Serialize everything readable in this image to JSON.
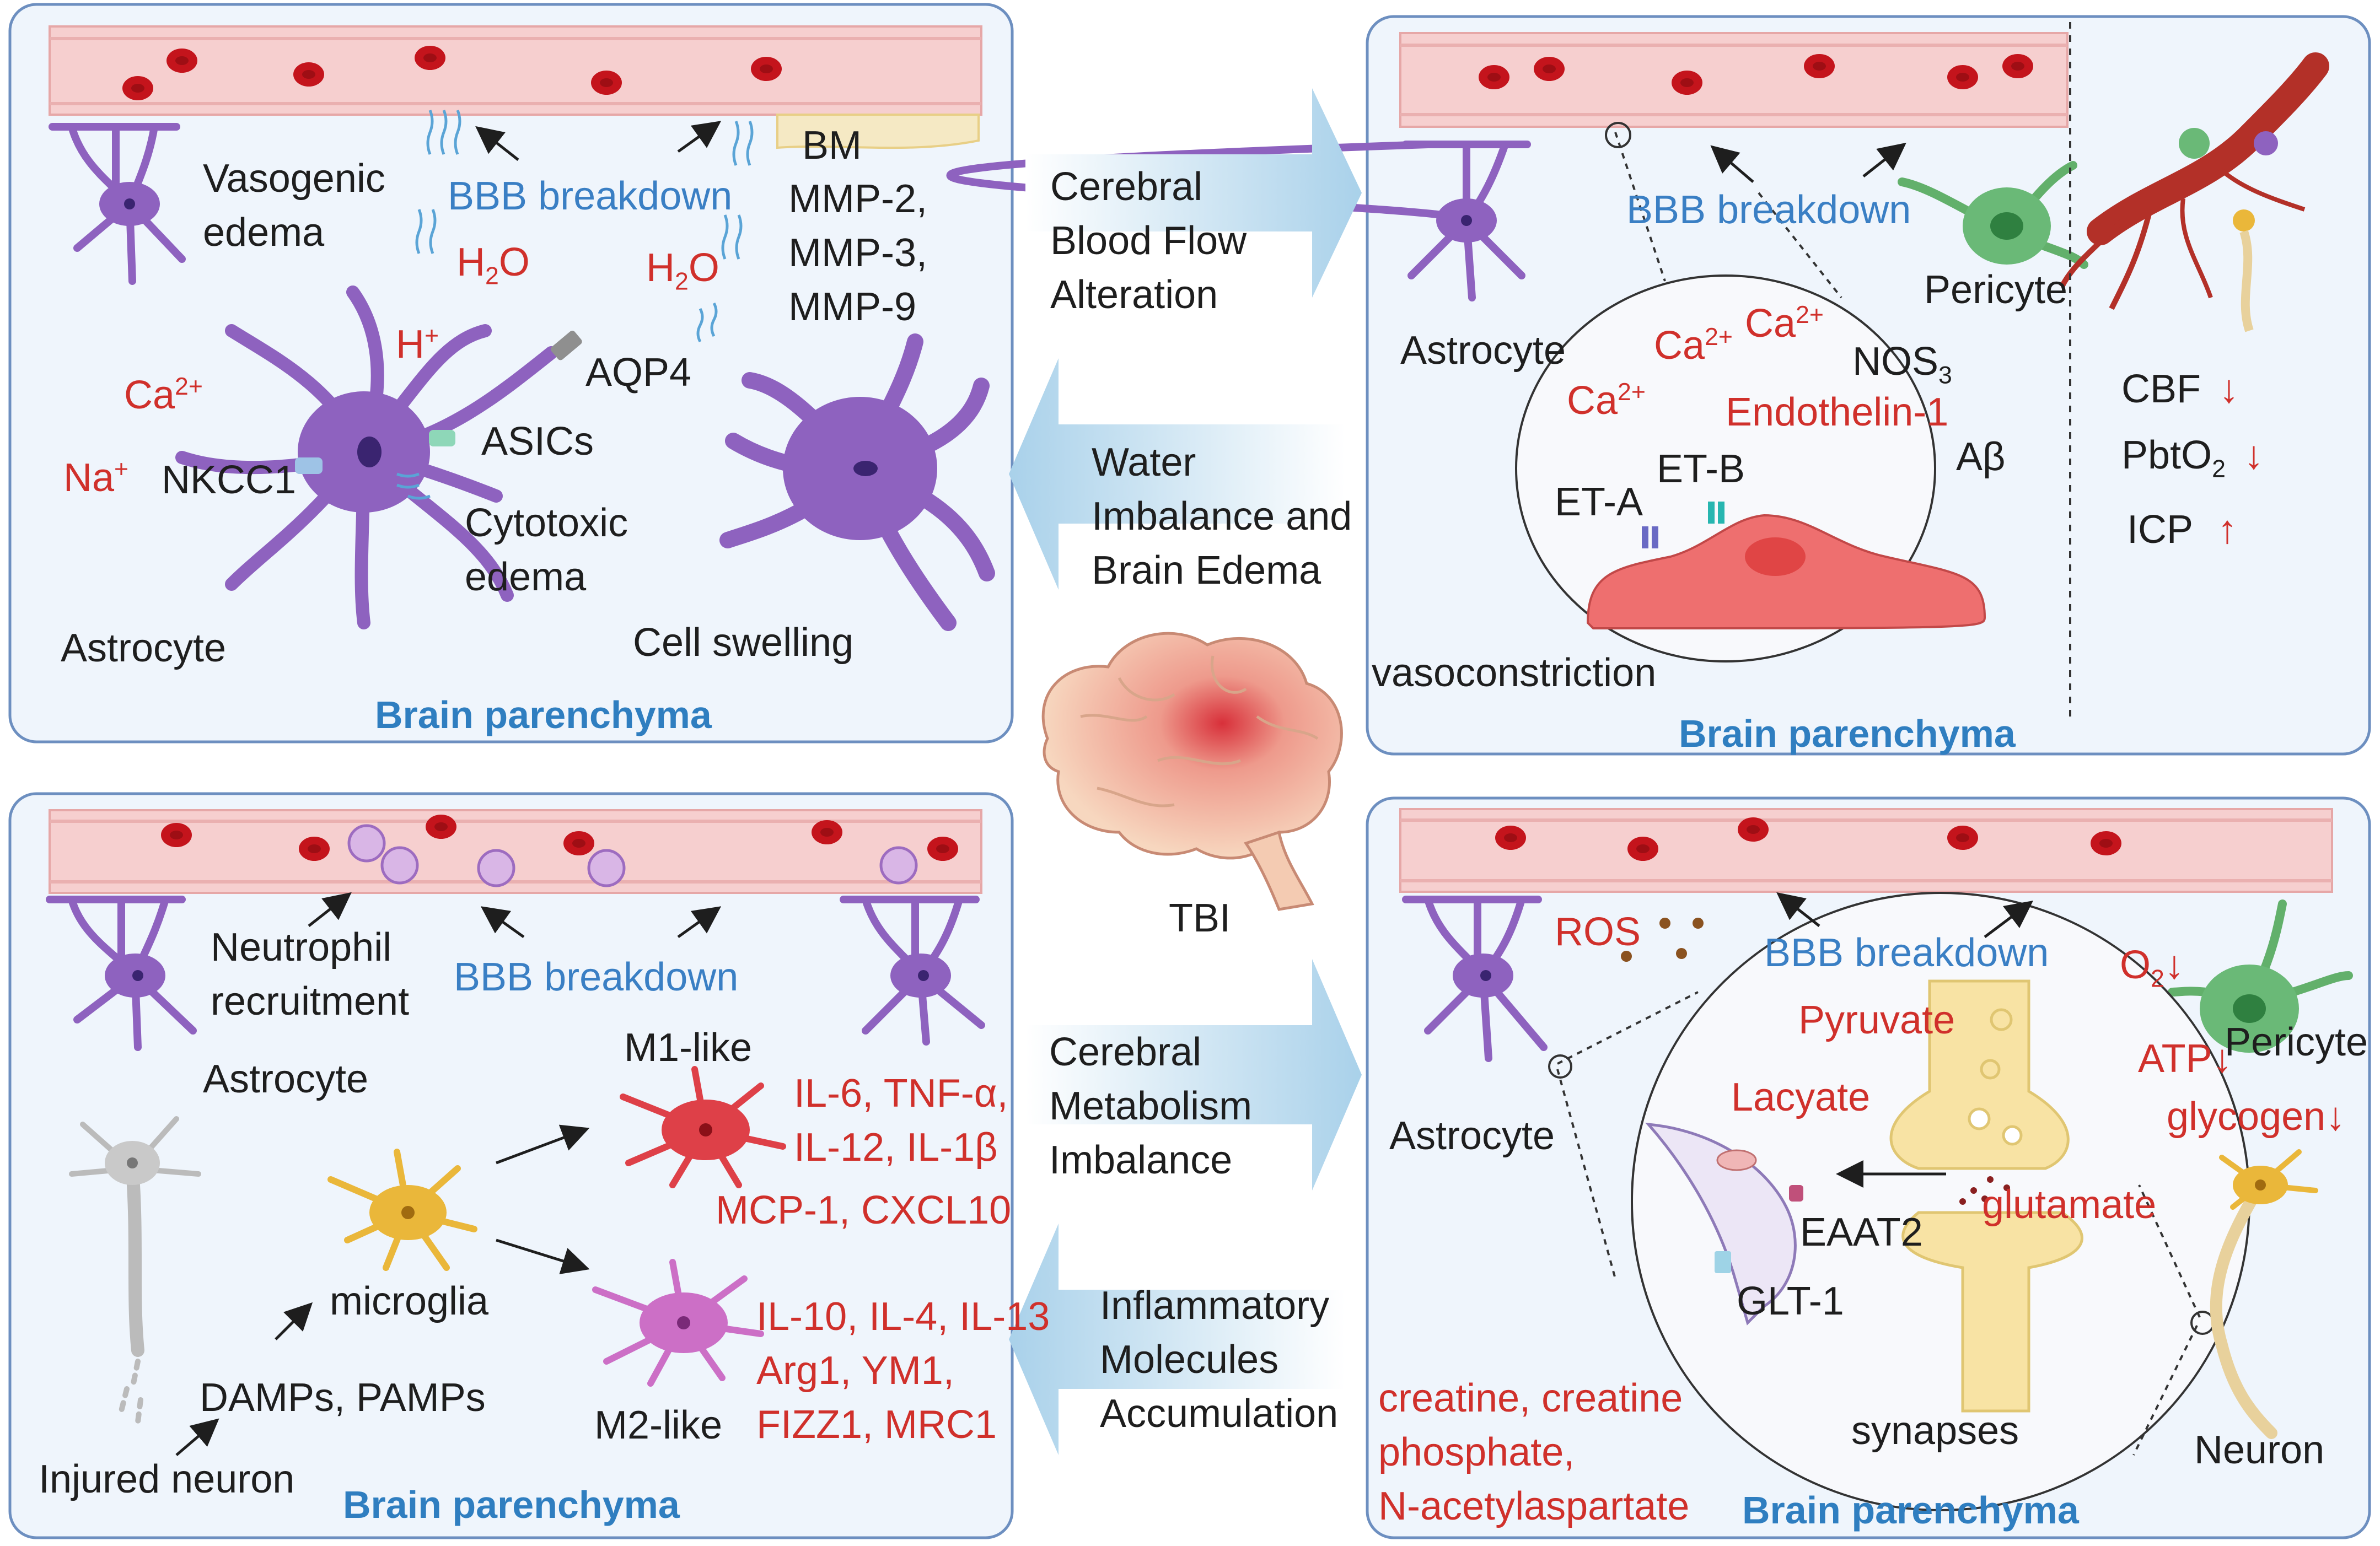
{
  "colors": {
    "panel_bg": "#eff5fc",
    "panel_border": "#6d8fc0",
    "vessel_fill": "#f6cfcf",
    "rbc": "#c4141c",
    "astrocyte": "#8e62bf",
    "pericyte": "#62b06b",
    "microglia": "#eab73a",
    "m1": "#de4048",
    "m2": "#cc6fc6",
    "arrow_fill": "#b8d9ee",
    "label_red": "#d0302b",
    "label_blue": "#3a7fc4",
    "parenchyma": "#2f7ec0"
  },
  "center": {
    "arrow_top_right": "Cerebral\nBlood Flow\nAlteration",
    "arrow_top_left": "Water\nImbalance and\nBrain Edema",
    "arrow_bottom_right": "Cerebral\nMetabolism\nImbalance",
    "arrow_bottom_left": "Inflammatory\nMolecules\nAccumulation",
    "tbi_label": "TBI"
  },
  "panel_tl": {
    "vasogenic": "Vasogenic\nedema",
    "bbb": "BBB breakdown",
    "h2o_left": "H",
    "h2o_right": "H",
    "water_sub": "2",
    "water_end": "O",
    "bm": "BM",
    "mmps": "MMP-2,\nMMP-3,\nMMP-9",
    "h_plus": "H",
    "plus": "+",
    "aqp4": "AQP4",
    "ca": "Ca",
    "ca_sup": "2+",
    "asics": "ASICs",
    "na": "Na",
    "nkcc1": "NKCC1",
    "cytotoxic": "Cytotoxic\nedema",
    "astrocyte": "Astrocyte",
    "swelling": "Cell swelling",
    "parenchyma": "Brain parenchyma"
  },
  "panel_tr": {
    "bbb": "BBB breakdown",
    "pericyte": "Pericyte",
    "astrocyte": "Astrocyte",
    "ca": "Ca",
    "ca_sup": "2+",
    "nos": "NOS",
    "nos_sub": "3",
    "endothelin": "Endothelin-1",
    "etb": "ET-B",
    "eta": "ET-A",
    "abeta": "Aβ",
    "vasoconstriction": "vasoconstriction",
    "cbf": "CBF",
    "pbto": "PbtO",
    "pbto_sub": "2",
    "icp": "ICP",
    "down": "↓",
    "up": "↑",
    "parenchyma": "Brain parenchyma"
  },
  "panel_bl": {
    "neutrophil": "Neutrophil\nrecruitment",
    "bbb": "BBB breakdown",
    "astrocyte": "Astrocyte",
    "m1": "M1-like",
    "m1_cytokines": "IL-6, TNF-α,\nIL-12, IL-1β",
    "m1_chemokines": "MCP-1, CXCL10",
    "microglia": "microglia",
    "m2_cytokines": "IL-10, IL-4, IL-13\nArg1, YM1,\nFIZZ1, MRC1",
    "damps": "DAMPs, PAMPs",
    "m2": "M2-like",
    "injured": "Injured neuron",
    "parenchyma": "Brain parenchyma"
  },
  "panel_br": {
    "ros": "ROS",
    "bbb": "BBB breakdown",
    "o2": "O",
    "o2_sub": "2",
    "pyruvate": "Pyruvate",
    "pericyte": "Pericyte",
    "atp": "ATP",
    "lacyate": "Lacyate",
    "glycogen": "glycogen",
    "astrocyte": "Astrocyte",
    "glutamate": "glutamate",
    "eaat2": "EAAT2",
    "glt1": "GLT-1",
    "creatine": "creatine, creatine\nphosphate,\nN-acetylaspartate",
    "synapses": "synapses",
    "neuron": "Neuron",
    "down": "↓",
    "parenchyma": "Brain parenchyma"
  }
}
